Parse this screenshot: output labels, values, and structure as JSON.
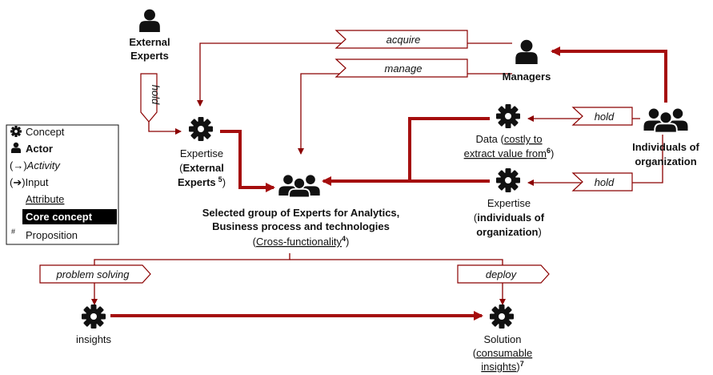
{
  "actors": {
    "external_experts": "External Experts",
    "external_experts_line1": "External",
    "external_experts_line2": "Experts",
    "managers": "Managers",
    "individuals_line1": "Individuals of",
    "individuals_line2": "organization"
  },
  "concepts": {
    "expertise_external": {
      "line1": "Expertise",
      "paren_open": "(",
      "bold1": "External",
      "bold2": "Experts",
      "sup": "5",
      "paren_close": ")"
    },
    "data": {
      "prefix": "Data (",
      "underlined1": "costly to",
      "underlined2": "extract value from",
      "sup": "6",
      "suffix": ")"
    },
    "expertise_individuals": {
      "line1": "Expertise",
      "paren_open": "(",
      "bold1": "individuals of",
      "bold2": "organization",
      "paren_close": ")"
    },
    "selected_group": {
      "line1": "Selected group of Experts for Analytics,",
      "line2": "Business process and technologies",
      "paren_open": "(",
      "underlined": "Cross-functionality",
      "sup": "4",
      "paren_close": ")"
    },
    "insights": "insights",
    "solution": {
      "line1": "Solution",
      "paren_open": "(",
      "underlined1": "consumable",
      "underlined2": "insights",
      "paren_close": ")",
      "sup": "7"
    }
  },
  "activities": {
    "acquire": "acquire",
    "manage": "manage",
    "hold_external": "hold",
    "hold_data": "hold",
    "hold_expertise": "hold",
    "problem_solving": "problem solving",
    "deploy": "deploy"
  },
  "legend": {
    "concept": "Concept",
    "actor": "Actor",
    "activity_prefix": "(→)",
    "activity": "Activity",
    "input_prefix": "(➔)",
    "input": "Input",
    "attribute": "Attribute",
    "core_concept": "Core concept",
    "proposition_mark": "#",
    "proposition": "Proposition"
  },
  "colors": {
    "arrow": "#8b0000",
    "thick_arrow": "#a50d0d",
    "icon": "#111111",
    "core_concept_bg": "#000000"
  },
  "icons": [
    "gear-icon",
    "person-icon",
    "group-icon"
  ]
}
